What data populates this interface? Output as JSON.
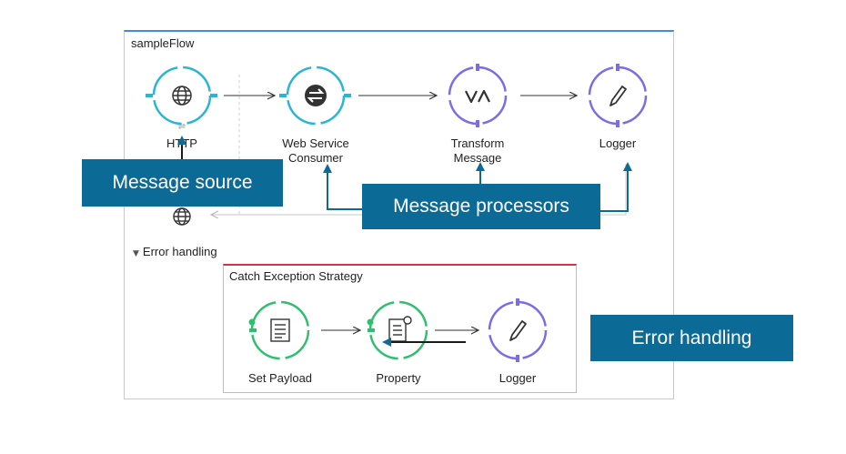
{
  "flow": {
    "title": "sampleFlow"
  },
  "nodes": {
    "http": "HTTP",
    "ws_line1": "Web Service",
    "ws_line2": "Consumer",
    "transform_line1": "Transform",
    "transform_line2": "Message",
    "logger": "Logger"
  },
  "error_section": {
    "toggle": "▼",
    "label": "Error handling"
  },
  "catch": {
    "title": "Catch Exception Strategy",
    "set_payload": "Set Payload",
    "property": "Property",
    "logger": "Logger"
  },
  "callouts": {
    "message_source": "Message source",
    "message_processors": "Message processors",
    "error_handling": "Error handling"
  },
  "icons": {
    "http": "globe-icon",
    "web_service": "web-service-icon",
    "transform": "transform-icon",
    "logger": "pencil-icon",
    "set_payload": "document-icon",
    "property": "property-icon",
    "return": "globe-icon"
  },
  "colors": {
    "source": "#29b6d6",
    "processor": "#7a6ee8",
    "error_component": "#2fbf6e",
    "callout": "#0b6a96",
    "flow_border": "#3a8ee6",
    "catch_border": "#d0344b"
  }
}
